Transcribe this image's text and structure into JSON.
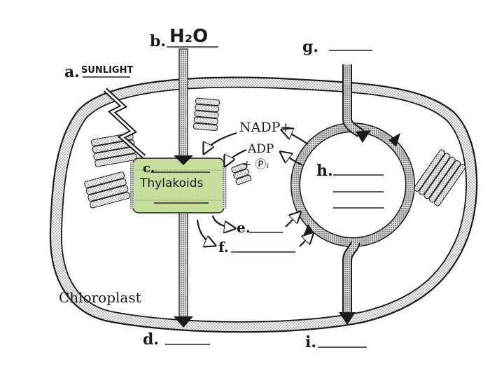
{
  "labels": {
    "a": "a.",
    "a_answer": "SUNLIGHT",
    "b": "b.",
    "b_answer": "H₂O",
    "c": "c.",
    "c_answer": "Thylakoids",
    "d": "d.",
    "e": "e.",
    "f": "f.",
    "g": "g.",
    "h": "h.",
    "i": "i.",
    "nadp": "NADP+",
    "adp": "ADP",
    "pi": "+ Ⓟᵢ",
    "chloroplast": "Chloroplast"
  },
  "colors": {
    "thylakoid_fill": "#c6dd9c",
    "ink": "#1a1a1a",
    "stipple": "#8c8c8c"
  }
}
